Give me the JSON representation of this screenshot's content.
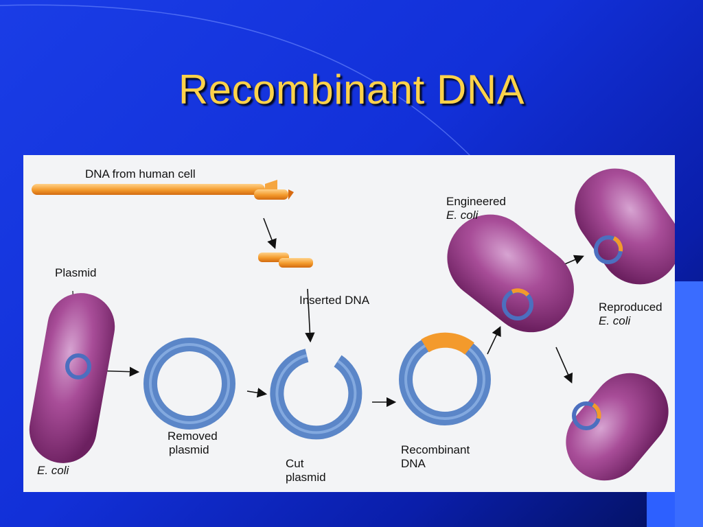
{
  "slide": {
    "title": "Recombinant DNA"
  },
  "diagram": {
    "labels": {
      "dna_from_human_cell": "DNA from human cell",
      "plasmid": "Plasmid",
      "inserted_dna": "Inserted DNA",
      "removed_plasmid_line1": "Removed",
      "removed_plasmid_line2": "plasmid",
      "cut_plasmid_line1": "Cut",
      "cut_plasmid_line2": "plasmid",
      "recombinant_dna_line1": "Recombinant",
      "recombinant_dna_line2": "DNA",
      "e_coli": "E. coli",
      "engineered_line1": "Engineered",
      "engineered_line2": "E. coli",
      "reproduced_line1": "Reproduced",
      "reproduced_line2": "E. coli"
    },
    "colors": {
      "bacterium": "#9b3f8c",
      "plasmid": "#5b86c8",
      "human_dna": "#f39a2c",
      "title": "#ffd24a"
    }
  }
}
